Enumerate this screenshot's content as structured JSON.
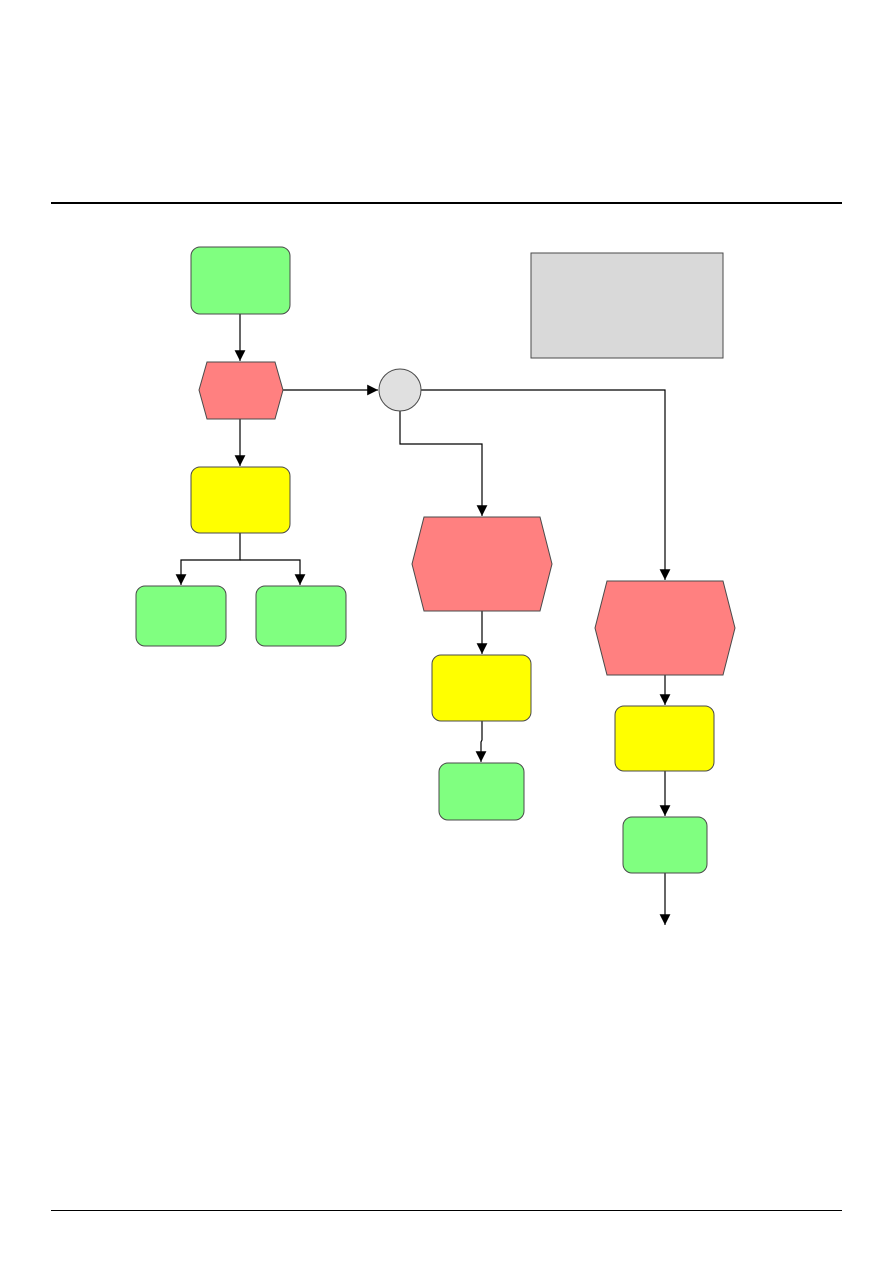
{
  "diagram": {
    "colors": {
      "function": "#80FF80",
      "event": "#FF8080",
      "process": "#FFFF00",
      "connector": "#E0E0E0",
      "note": "#D9D9D9",
      "line": "#000000"
    },
    "nodes": [
      {
        "id": "fn-start",
        "kind": "function",
        "label": ""
      },
      {
        "id": "event-1",
        "kind": "event",
        "label": ""
      },
      {
        "id": "process-1",
        "kind": "process",
        "label": ""
      },
      {
        "id": "fn-left-1",
        "kind": "function",
        "label": ""
      },
      {
        "id": "fn-left-2",
        "kind": "function",
        "label": ""
      },
      {
        "id": "xor-connector",
        "kind": "connector",
        "label": ""
      },
      {
        "id": "event-2",
        "kind": "event",
        "label": ""
      },
      {
        "id": "process-2",
        "kind": "process",
        "label": ""
      },
      {
        "id": "fn-middle",
        "kind": "function",
        "label": ""
      },
      {
        "id": "event-3",
        "kind": "event",
        "label": ""
      },
      {
        "id": "process-3",
        "kind": "process",
        "label": ""
      },
      {
        "id": "fn-right",
        "kind": "function",
        "label": ""
      },
      {
        "id": "legend-note",
        "kind": "note",
        "label": ""
      }
    ]
  }
}
